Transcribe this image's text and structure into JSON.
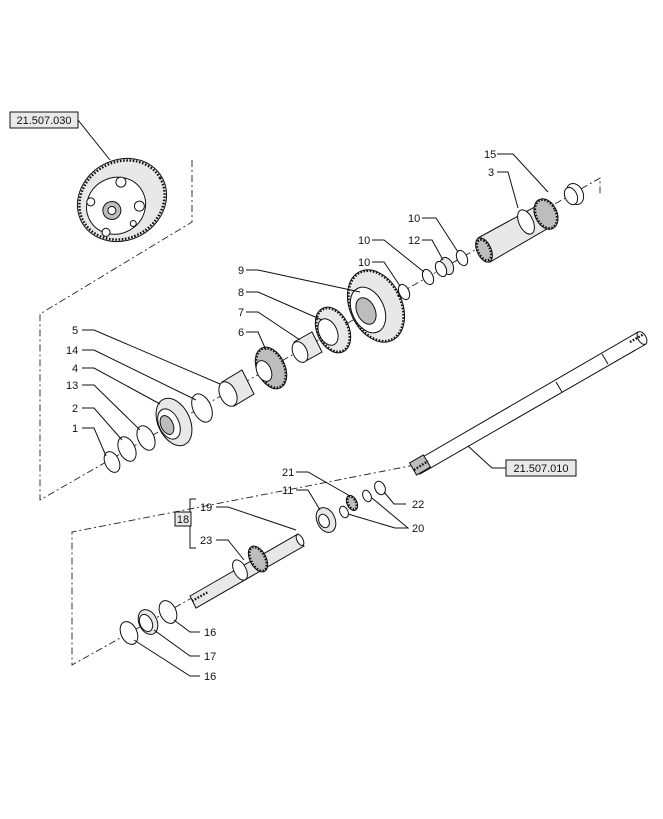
{
  "refs": {
    "planetary": "21.507.030",
    "shaft_group": "21.507.010",
    "kit": "18"
  },
  "callouts": {
    "p1": "1",
    "p2": "2",
    "p3": "3",
    "p4": "4",
    "p5": "5",
    "p6": "6",
    "p7": "7",
    "p8": "8",
    "p9": "9",
    "p10a": "10",
    "p10b": "10",
    "p10c": "10",
    "p11": "11",
    "p12": "12",
    "p13": "13",
    "p14": "14",
    "p15": "15",
    "p16a": "16",
    "p16b": "16",
    "p17": "17",
    "p19": "19",
    "p20": "20",
    "p21": "21",
    "p22": "22",
    "p23": "23"
  }
}
